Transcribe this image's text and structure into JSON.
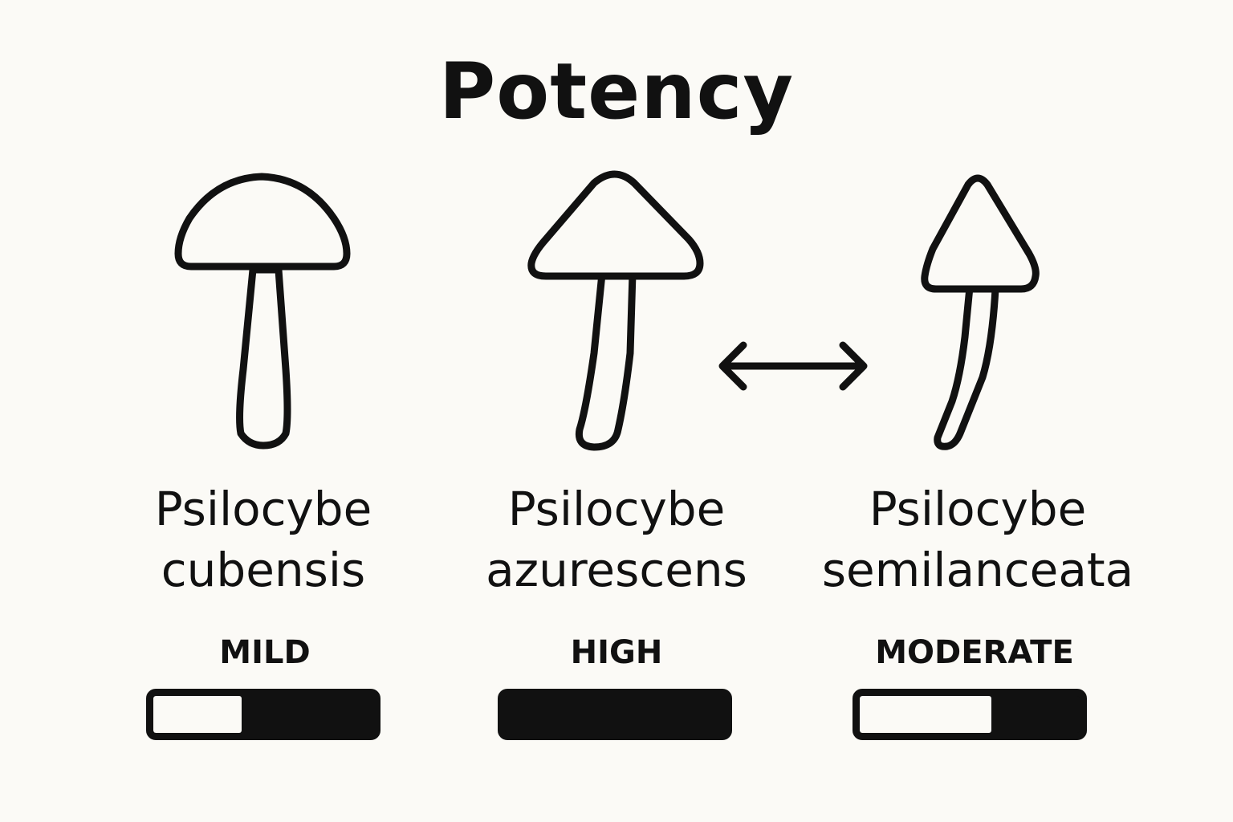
{
  "title": "Potency",
  "icons": {
    "mushroom_1": "rounded-cap-mushroom-icon",
    "mushroom_2": "conical-cap-mushroom-icon",
    "mushroom_3": "pointed-cap-mushroom-icon",
    "arrow": "double-headed-arrow-icon"
  },
  "species": [
    {
      "genus": "Psilocybe",
      "epithet": "cubensis",
      "potency_label": "MILD",
      "potency_level": 0.6
    },
    {
      "genus": "Psilocybe",
      "epithet": "azurescens",
      "potency_label": "HIGH",
      "potency_level": 1.0
    },
    {
      "genus": "Psilocybe",
      "epithet": "semilanceata",
      "potency_label": "MODERATE",
      "potency_level": 0.4
    }
  ],
  "colors": {
    "ink": "#111111",
    "background": "#fbfaf6"
  }
}
